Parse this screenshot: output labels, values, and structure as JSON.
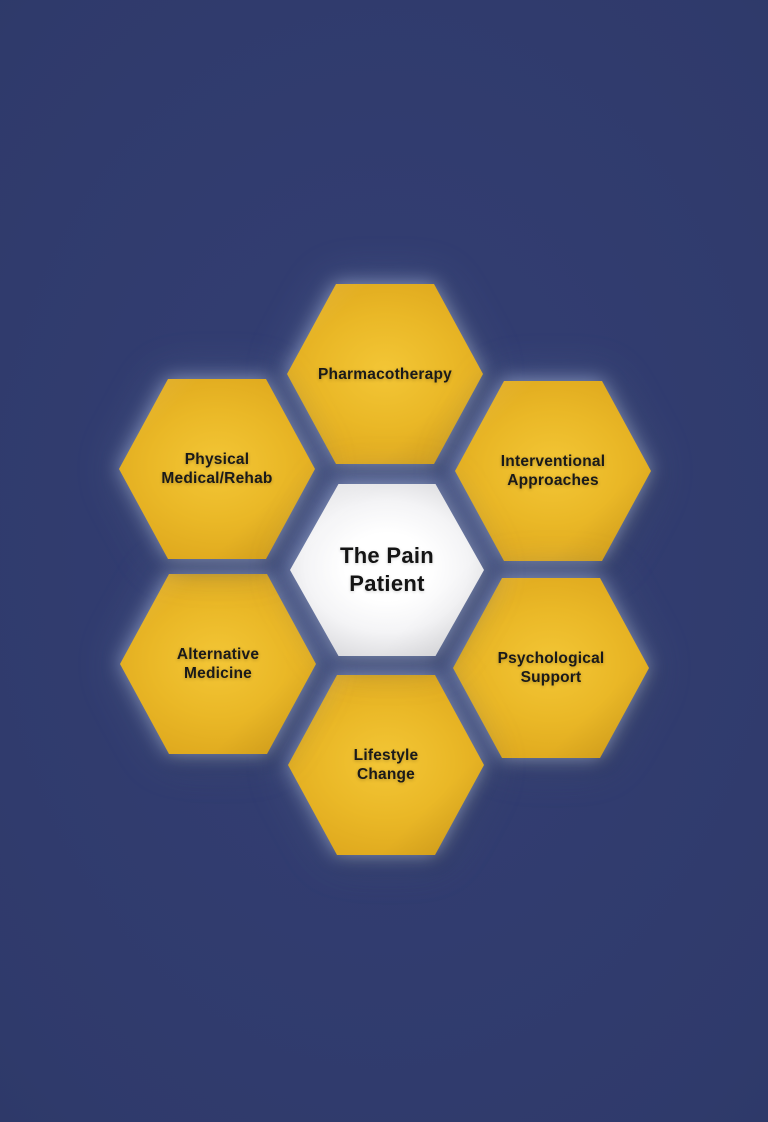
{
  "diagram": {
    "center": {
      "id": "the-pain-patient",
      "label": "The Pain Patient",
      "lines": [
        "The Pain",
        "Patient"
      ]
    },
    "nodes": [
      {
        "id": "pharmacotherapy",
        "position": "top",
        "label": "Pharmacotherapy",
        "lines": [
          "Pharmacotherapy"
        ]
      },
      {
        "id": "interventional-approaches",
        "position": "top-right",
        "label": "Interventional Approaches",
        "lines": [
          "Interventional",
          "Approaches"
        ]
      },
      {
        "id": "psychological-support",
        "position": "bottom-right",
        "label": "Psychological Support",
        "lines": [
          "Psychological",
          "Support"
        ]
      },
      {
        "id": "lifestyle-change",
        "position": "bottom",
        "label": "Lifestyle Change",
        "lines": [
          "Lifestyle",
          "Change"
        ]
      },
      {
        "id": "alternative-medicine",
        "position": "bottom-left",
        "label": "Alternative Medicine",
        "lines": [
          "Alternative",
          "Medicine"
        ]
      },
      {
        "id": "physical-medical-rehab",
        "position": "top-left",
        "label": "Physical Medical/Rehab",
        "lines": [
          "Physical",
          "Medical/Rehab"
        ]
      }
    ],
    "colors": {
      "background": "#2F3A6B",
      "node_fill": "#EAB827",
      "center_fill": "#FFFFFF",
      "text": "#1A1A1A",
      "glow": "#B4C4EB"
    }
  }
}
